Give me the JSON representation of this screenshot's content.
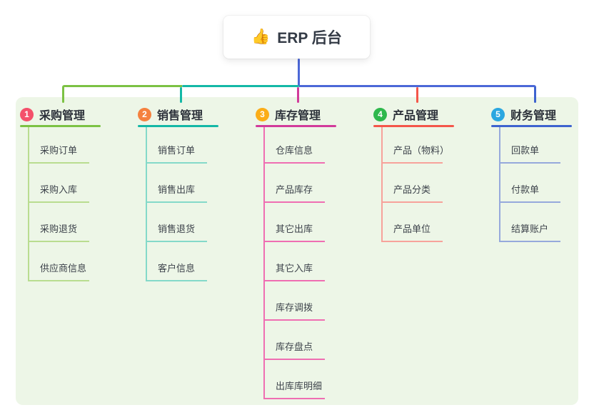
{
  "root": {
    "icon": "👍",
    "title": "ERP 后台"
  },
  "canvas": {
    "backdrop_color": "#edf6e7",
    "connector_color": "#4c68d7"
  },
  "branches": [
    {
      "number": "1",
      "title": "采购管理",
      "badge_color": "#f4506b",
      "line_color": "#7cc244",
      "child_line_color": "#b9dd90",
      "children": [
        "采购订单",
        "采购入库",
        "采购退货",
        "供应商信息"
      ]
    },
    {
      "number": "2",
      "title": "销售管理",
      "badge_color": "#f5813f",
      "line_color": "#14b8a6",
      "child_line_color": "#84d9c9",
      "children": [
        "销售订单",
        "销售出库",
        "销售退货",
        "客户信息"
      ]
    },
    {
      "number": "3",
      "title": "库存管理",
      "badge_color": "#fbad18",
      "line_color": "#d23b9b",
      "child_line_color": "#ef6eb2",
      "children": [
        "仓库信息",
        "产品库存",
        "其它出库",
        "其它入库",
        "库存调拨",
        "库存盘点",
        "出库库明细"
      ]
    },
    {
      "number": "4",
      "title": "产品管理",
      "badge_color": "#2eb84c",
      "line_color": "#f4564a",
      "child_line_color": "#f7a29b",
      "children": [
        "产品（物料）",
        "产品分类",
        "产品单位"
      ]
    },
    {
      "number": "5",
      "title": "财务管理",
      "badge_color": "#2ba7e0",
      "line_color": "#3e63cf",
      "child_line_color": "#96a9dc",
      "children": [
        "回款单",
        "付款单",
        "结算账户"
      ]
    }
  ]
}
